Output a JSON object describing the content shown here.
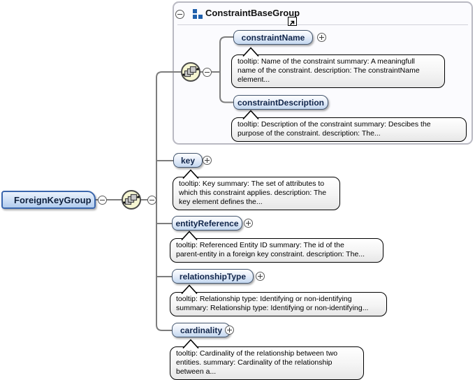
{
  "diagram": {
    "root": {
      "label": "ForeignKeyGroup"
    },
    "group": {
      "label": "ConstraintBaseGroup",
      "children": [
        {
          "label": "constraintName",
          "tooltip": "tooltip: Name of the constraint summary: A meaningfull\nname of the constraint. description: The constraintName\nelement..."
        },
        {
          "label": "constraintDescription",
          "tooltip": "tooltip: Description of the constraint summary: Descibes the\npurpose of the constraint. description: The..."
        }
      ]
    },
    "children": [
      {
        "label": "key",
        "tooltip": "tooltip: Key summary: The set of attributes to\nwhich this constraint applies. description: The\nkey element defines the..."
      },
      {
        "label": "entityReference",
        "tooltip": "tooltip: Referenced Entity ID summary: The id of the\nparent-entity in a foreign key constraint. description: The..."
      },
      {
        "label": "relationshipType",
        "tooltip": "tooltip: Relationship type: Identifying or non-identifying\nsummary: Relationship type: Identifying or non-identifying..."
      },
      {
        "label": "cardinality",
        "tooltip": "tooltip: Cardinality of the relationship between two\nentities. summary: Cardinality of the relationship\nbetween a..."
      }
    ],
    "icons": {
      "group_icon": "blue-squares-icon",
      "compositor": "sequence-icon",
      "expand": "plus-icon",
      "collapse": "minus-icon",
      "reference": "arrow-up-right-icon"
    },
    "colors": {
      "element_border": "#44566e",
      "selected_border": "#3a66ad",
      "element_fill_bottom": "#c3d7f0",
      "compositor_fill": "#f6f6d2",
      "icon_blue": "#2060ac",
      "connector": "#7d7d7d"
    }
  }
}
